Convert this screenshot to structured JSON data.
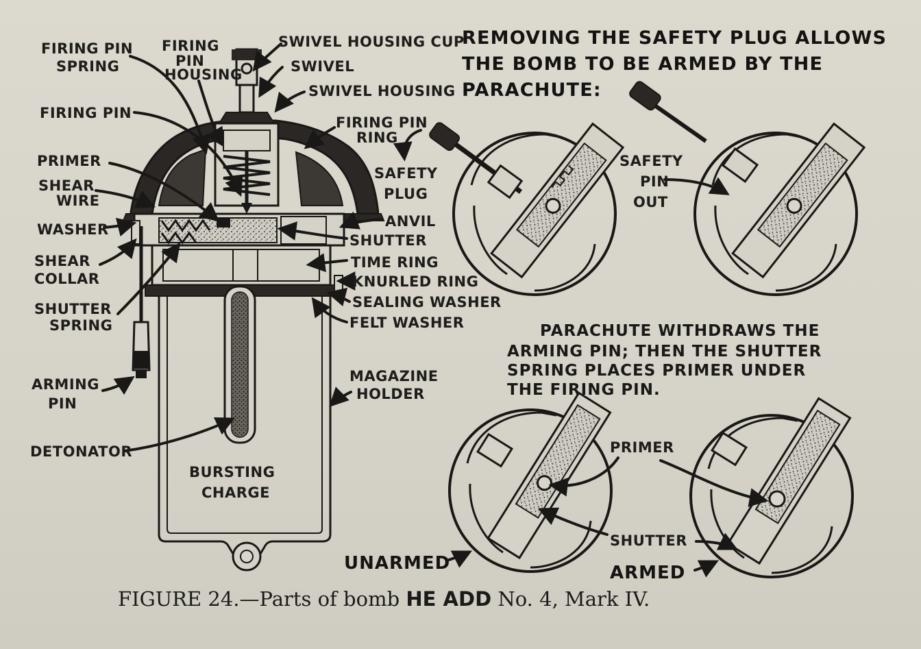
{
  "labels": {
    "firing_pin_spring_1": "FIRING PIN",
    "firing_pin_spring_2": "SPRING",
    "firing_pin_housing_1": "FIRING",
    "firing_pin_housing_2": "PIN",
    "firing_pin_housing_3": "HOUSING",
    "swivel_housing_cup": "SWIVEL HOUSING CUP",
    "swivel": "SWIVEL",
    "swivel_housing": "SWIVEL HOUSING",
    "firing_pin": "FIRING PIN",
    "firing_pin_ring_1": "FIRING PIN",
    "firing_pin_ring_2": "RING",
    "primer": "PRIMER",
    "shear_wire_1": "SHEAR",
    "shear_wire_2": "WIRE",
    "washer": "WASHER",
    "safety_plug_1": "SAFETY",
    "safety_plug_2": "PLUG",
    "anvil": "ANVIL",
    "shutter": "SHUTTER",
    "shear_collar_1": "SHEAR",
    "shear_collar_2": "COLLAR",
    "time_ring": "TIME RING",
    "knurled_ring": "KNURLED RING",
    "shutter_spring_1": "SHUTTER",
    "shutter_spring_2": "SPRING",
    "sealing_washer": "SEALING WASHER",
    "felt_washer": "FELT WASHER",
    "arming_pin_1": "ARMING",
    "arming_pin_2": "PIN",
    "magazine_holder_1": "MAGAZINE",
    "magazine_holder_2": "HOLDER",
    "detonator": "DETONATOR",
    "bursting_charge_1": "BURSTING",
    "bursting_charge_2": "CHARGE",
    "safety_pin_out_1": "SAFETY",
    "safety_pin_out_2": "PIN",
    "safety_pin_out_3": "OUT",
    "primer_right": "PRIMER",
    "shutter_right": "SHUTTER"
  },
  "headings": {
    "top_1": "REMOVING THE SAFETY PLUG ALLOWS",
    "top_2": "THE BOMB TO BE ARMED BY THE",
    "top_3": "PARACHUTE:",
    "mid_1": "PARACHUTE WITHDRAWS THE",
    "mid_2": "ARMING PIN; THEN THE SHUTTER",
    "mid_3": "SPRING PLACES PRIMER UNDER",
    "mid_4": "THE FIRING PIN."
  },
  "states": {
    "unarmed": "UNARMED",
    "armed": "ARMED"
  },
  "caption": {
    "figure": "FIGURE 24.",
    "dash": "—Parts of bomb ",
    "model": "HE ADD",
    "rest": " No. 4, Mark IV."
  },
  "colors": {
    "ink": "#1a1816",
    "paper": "#d9d6cc"
  }
}
